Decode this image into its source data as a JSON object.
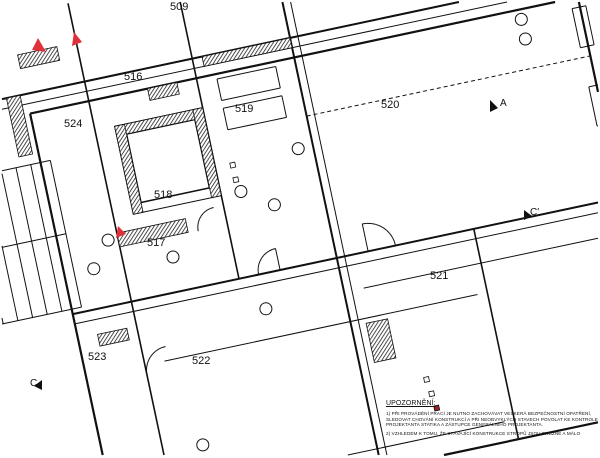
{
  "rooms": [
    {
      "number": "509"
    },
    {
      "number": "516"
    },
    {
      "number": "517"
    },
    {
      "number": "518"
    },
    {
      "number": "519"
    },
    {
      "number": "520"
    },
    {
      "number": "521"
    },
    {
      "number": "522"
    },
    {
      "number": "523"
    },
    {
      "number": "524"
    }
  ],
  "section_markers": {
    "a_top": "A",
    "c_right": "C'",
    "c_left": "C"
  },
  "notes": {
    "heading": "UPOZORNĚNÍ:",
    "items": [
      "1) PŘI PROVÁDĚNÍ PRACÍ JE NUTNO ZACHOVÁVAT VEŠKERÁ BEZPEČNOSTNÍ OPATŘENÍ, SLEDOVAT CHOVÁNÍ KONSTRUKCÍ A PŘI NEOBVYKLÝCH STAVECH POVOLAT KE KONTROLE PROJEKTANTA STATIKA A ZÁSTUPCE GENERÁLNÍHO PROJEKTANTA.",
      "2) VZHLEDEM K TOMU, ŽE STÁVAJÍCÍ KONSTRUKCE STROPŮ JSOU PRUŽNÉ A MÁLO"
    ]
  },
  "colors": {
    "line": "#111111",
    "accent_marker": "#e0303a",
    "hatch": "#222222"
  }
}
